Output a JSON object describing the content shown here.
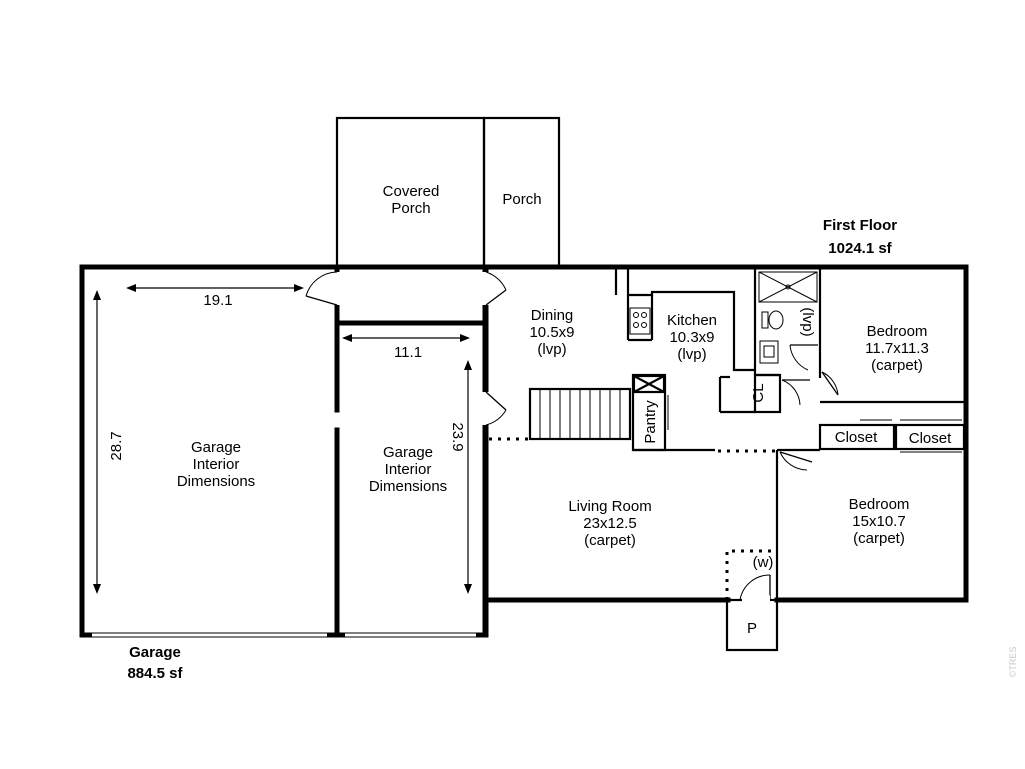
{
  "floors": {
    "first_floor": {
      "title": "First Floor",
      "area": "1024.1 sf"
    },
    "garage": {
      "title": "Garage",
      "area": "884.5 sf"
    }
  },
  "rooms": {
    "covered_porch": {
      "line1": "Covered",
      "line2": "Porch"
    },
    "porch": {
      "name": "Porch"
    },
    "dining": {
      "name": "Dining",
      "size": "10.5x9",
      "floor": "(lvp)"
    },
    "kitchen": {
      "name": "Kitchen",
      "size": "10.3x9",
      "floor": "(lvp)"
    },
    "bath": {
      "floor": "(lvp)"
    },
    "closet_cl": {
      "name": "CL"
    },
    "pantry": {
      "name": "Pantry"
    },
    "bedroom_1": {
      "name": "Bedroom",
      "size": "11.7x11.3",
      "floor": "(carpet)"
    },
    "closet_1": {
      "name": "Closet"
    },
    "closet_2": {
      "name": "Closet"
    },
    "living_room": {
      "name": "Living Room",
      "size": "23x12.5",
      "floor": "(carpet)"
    },
    "water_heater": {
      "name": "(w)"
    },
    "porch_p": {
      "name": "P"
    },
    "bedroom_2": {
      "name": "Bedroom",
      "size": "15x10.7",
      "floor": "(carpet)"
    },
    "garage_left": {
      "line1": "Garage",
      "line2": "Interior",
      "line3": "Dimensions"
    },
    "garage_right": {
      "line1": "Garage",
      "line2": "Interior",
      "line3": "Dimensions"
    }
  },
  "dimensions": {
    "garage_left_width": "19.1",
    "garage_left_depth": "28.7",
    "garage_right_width": "11.1",
    "garage_right_depth": "23.9"
  },
  "watermark": "©TRES"
}
